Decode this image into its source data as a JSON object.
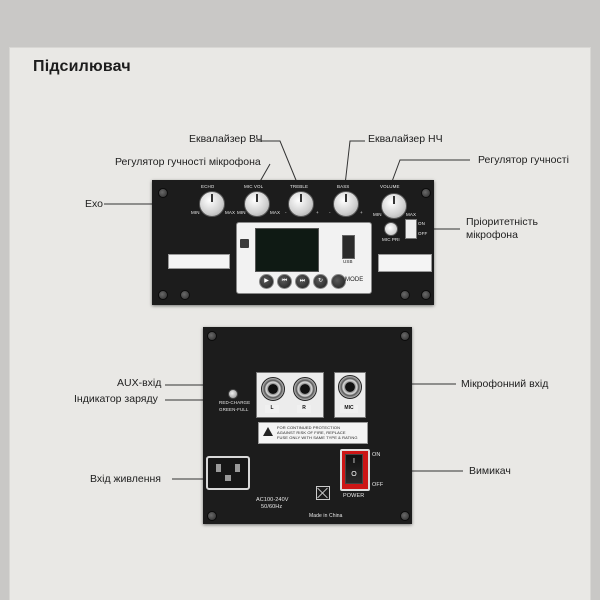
{
  "page": {
    "title": "Підсилювач"
  },
  "callouts": {
    "eq_high": "Еквалайзер ВЧ",
    "eq_low": "Еквалайзер НЧ",
    "mic_volume": "Регулятор гучності мікрофона",
    "volume": "Регулятор гучності",
    "echo": "Ехо",
    "mic_priority_line1": "Пріоритетність",
    "mic_priority_line2": "мікрофона",
    "aux_input": "AUX-вхід",
    "charge_indicator": "Індикатор заряду",
    "mic_input": "Мікрофонний вхід",
    "power_input": "Вхід живлення",
    "power_switch": "Вимикач"
  },
  "top_panel": {
    "knobs": [
      {
        "label": "ECHO",
        "min": "MIN",
        "max": "MAX"
      },
      {
        "label": "MIC VOL",
        "min": "MIN",
        "max": "MAX"
      },
      {
        "label": "TREBLE",
        "min": "-",
        "max": "+"
      },
      {
        "label": "BASS",
        "min": "-",
        "max": "+"
      },
      {
        "label": "VOLUME",
        "min": "MIN",
        "max": "MAX"
      }
    ],
    "usb_label": "USB",
    "mode_label": "MODE",
    "mic_pri_label": "MIC PRI",
    "on_label": "ON",
    "off_label": "OFF",
    "buttons": [
      "▶",
      "⏮",
      "⏭",
      "↻"
    ]
  },
  "bottom_panel": {
    "led_red": "RED-CHARGE",
    "led_green": "GREEN-FULL",
    "jack_l": "L",
    "jack_r": "R",
    "jack_mic": "MIC",
    "warning_line1": "FOR CONTINUED PROTECTION",
    "warning_line2": "AGAINST RISK OF FIRE, REPLACE",
    "warning_line3": "FUSE ONLY WITH SAME TYPE & RATING",
    "ac_line1": "AC100-240V",
    "ac_line2": "50/60Hz",
    "made_in": "Made in China",
    "power_label": "POWER",
    "on_label": "ON",
    "off_label": "OFF",
    "switch_on_glyph": "I",
    "switch_off_glyph": "O"
  }
}
